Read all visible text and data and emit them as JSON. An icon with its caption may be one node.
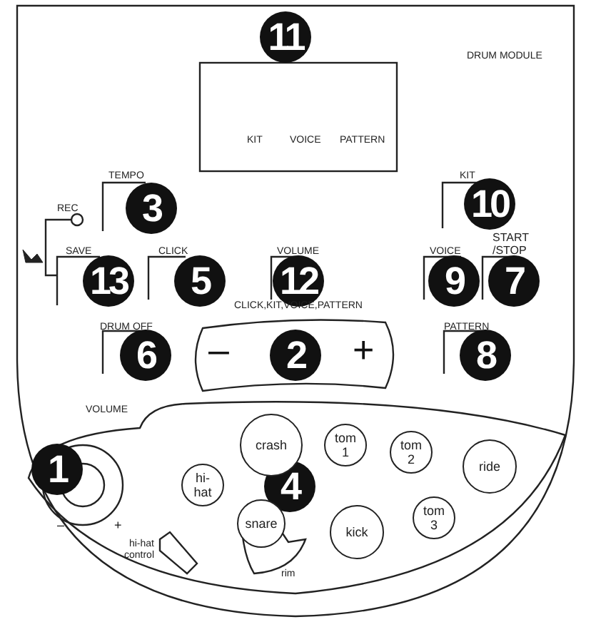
{
  "diagram": {
    "nodes": [
      {
        "text": [
          "crash"
        ]
      },
      {
        "text": [
          "tom 1"
        ]
      },
      {
        "text": [
          "tom 2"
        ]
      },
      {
        "text": [
          "ride"
        ]
      },
      {
        "text": [
          "hi-hat"
        ]
      },
      {
        "text": [
          "snare"
        ]
      },
      {
        "text": [
          "kick"
        ]
      },
      {
        "text": [
          "tom 3"
        ]
      }
    ],
    "labels": [
      "DRUM MODULE",
      "11",
      "KIT",
      "VOICE",
      "PATTERN",
      "TEMPO",
      "3",
      "KIT",
      "10",
      "REC",
      "SAVE",
      "13",
      "CLICK",
      "5",
      "VOLUME",
      "12",
      "VOICE",
      "9",
      "START /STOP",
      "7",
      "CLICK,KIT,VOICE,PATTERN",
      "DRUM OFF",
      "6",
      "–",
      "2",
      "+",
      "PATTERN",
      "8",
      "VOLUME",
      "1",
      "–",
      "+",
      "4",
      "hi-hat control",
      "rim"
    ]
  }
}
